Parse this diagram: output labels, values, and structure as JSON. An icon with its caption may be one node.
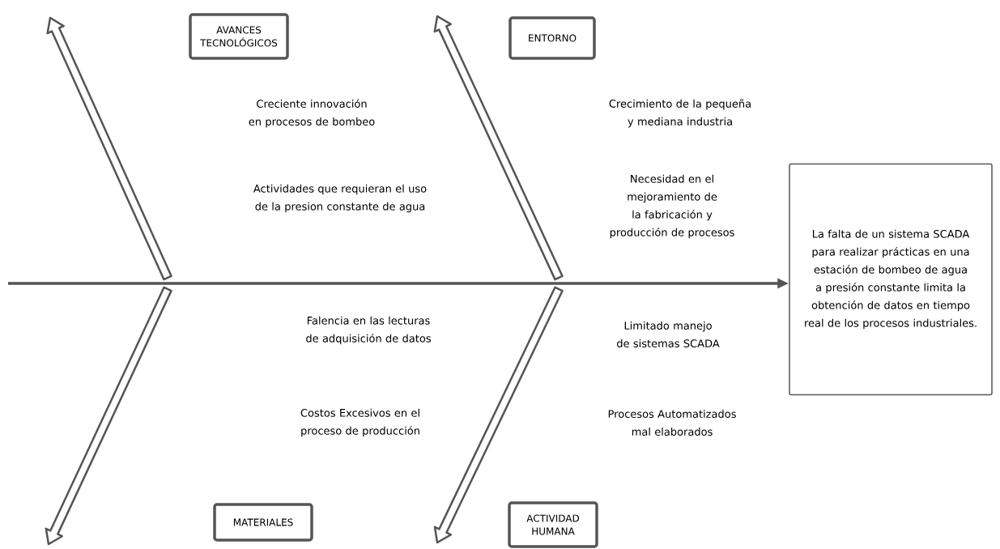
{
  "diagram": {
    "nodes": [
      {
        "text": [
          "AVANCES TECNOLÓGICOS"
        ]
      },
      {
        "text": [
          "ENTORNO"
        ]
      },
      {
        "text": [
          "La falta de un sistema SCADA para realizar prácticas en una estación de bombeo de agua a presión constante limita la obtención de datos en tiempo real de los procesos industriales."
        ]
      },
      {
        "text": [
          "MATERIALES"
        ]
      },
      {
        "text": [
          "ACTIVIDAD HUMANA"
        ]
      }
    ],
    "edges": [
      {
        "from": null,
        "to": 2,
        "arrow": "to"
      }
    ],
    "labels": [
      "Creciente innovación en procesos de bombeo",
      "Crecimiento de la pequeña y mediana industria",
      "Actividades que requieran el uso de la presion constante de agua",
      "Necesidad en el mejoramiento de la fabricación y producción de procesos",
      "Falencia en las lecturas de adquisición de datos",
      "Limitado manejo de sistemas SCADA",
      "Costos Excesivos en el proceso de producción",
      "Procesos Automatizados mal elaborados"
    ]
  }
}
